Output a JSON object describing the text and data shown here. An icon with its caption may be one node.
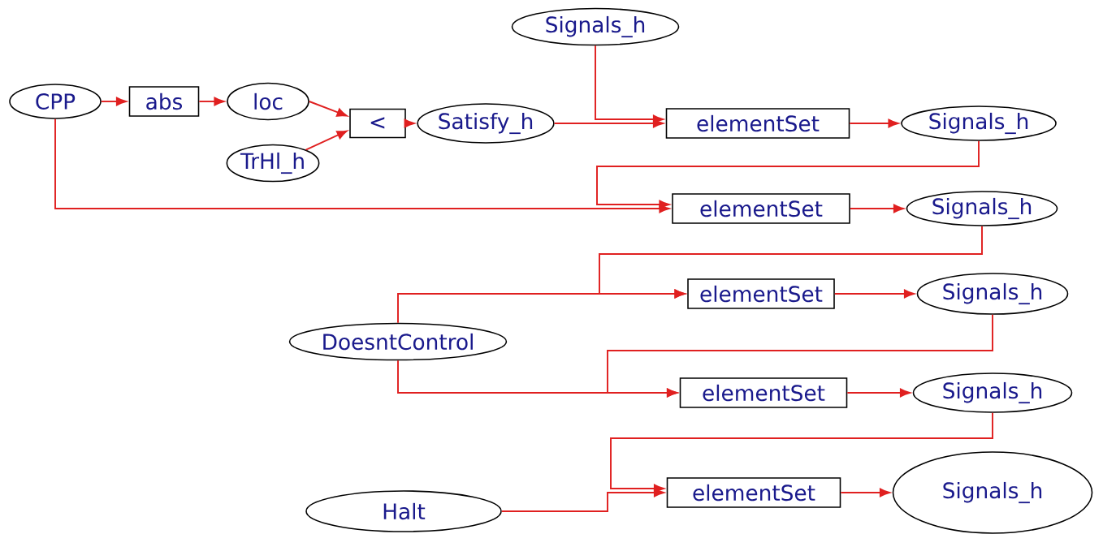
{
  "diagram": {
    "nodes": [
      {
        "text": [
          "Signals_h"
        ]
      },
      {
        "text": [
          "CPP"
        ]
      },
      {
        "text": [
          "abs"
        ]
      },
      {
        "text": [
          "loc"
        ]
      },
      {
        "text": [
          "<"
        ]
      },
      {
        "text": [
          "Satisfy_h"
        ]
      },
      {
        "text": [
          "TrHl_h"
        ]
      },
      {
        "text": [
          "elementSet"
        ]
      },
      {
        "text": [
          "Signals_h"
        ]
      },
      {
        "text": [
          "elementSet"
        ]
      },
      {
        "text": [
          "Signals_h"
        ]
      },
      {
        "text": [
          "elementSet"
        ]
      },
      {
        "text": [
          "Signals_h"
        ]
      },
      {
        "text": [
          "DoesntControl"
        ]
      },
      {
        "text": [
          "elementSet"
        ]
      },
      {
        "text": [
          "Signals_h"
        ]
      },
      {
        "text": [
          "Halt"
        ]
      },
      {
        "text": [
          "elementSet"
        ]
      },
      {
        "text": [
          "Signals_h"
        ]
      }
    ],
    "edges": [
      {
        "from": 1,
        "to": 2,
        "arrow": "to"
      },
      {
        "from": 2,
        "to": 3,
        "arrow": "to"
      },
      {
        "from": 3,
        "to": 4,
        "arrow": "to"
      },
      {
        "from": 6,
        "to": 4,
        "arrow": "to"
      },
      {
        "from": 4,
        "to": 5,
        "arrow": "to"
      },
      {
        "from": 5,
        "to": 7,
        "arrow": "to"
      },
      {
        "from": 0,
        "to": 7,
        "arrow": "to"
      },
      {
        "from": 7,
        "to": 8,
        "arrow": "to"
      },
      {
        "from": 8,
        "to": 9,
        "arrow": "to"
      },
      {
        "from": 1,
        "to": 9,
        "arrow": "to"
      },
      {
        "from": 9,
        "to": 10,
        "arrow": "to"
      },
      {
        "from": 10,
        "to": 11,
        "arrow": "to"
      },
      {
        "from": 13,
        "to": 11,
        "arrow": "to"
      },
      {
        "from": 11,
        "to": 12,
        "arrow": "to"
      },
      {
        "from": 12,
        "to": 14,
        "arrow": "to"
      },
      {
        "from": 13,
        "to": 14,
        "arrow": "to"
      },
      {
        "from": 14,
        "to": 15,
        "arrow": "to"
      },
      {
        "from": 15,
        "to": 17,
        "arrow": "to"
      },
      {
        "from": 16,
        "to": 17,
        "arrow": "to"
      },
      {
        "from": 17,
        "to": 18,
        "arrow": "to"
      }
    ]
  }
}
